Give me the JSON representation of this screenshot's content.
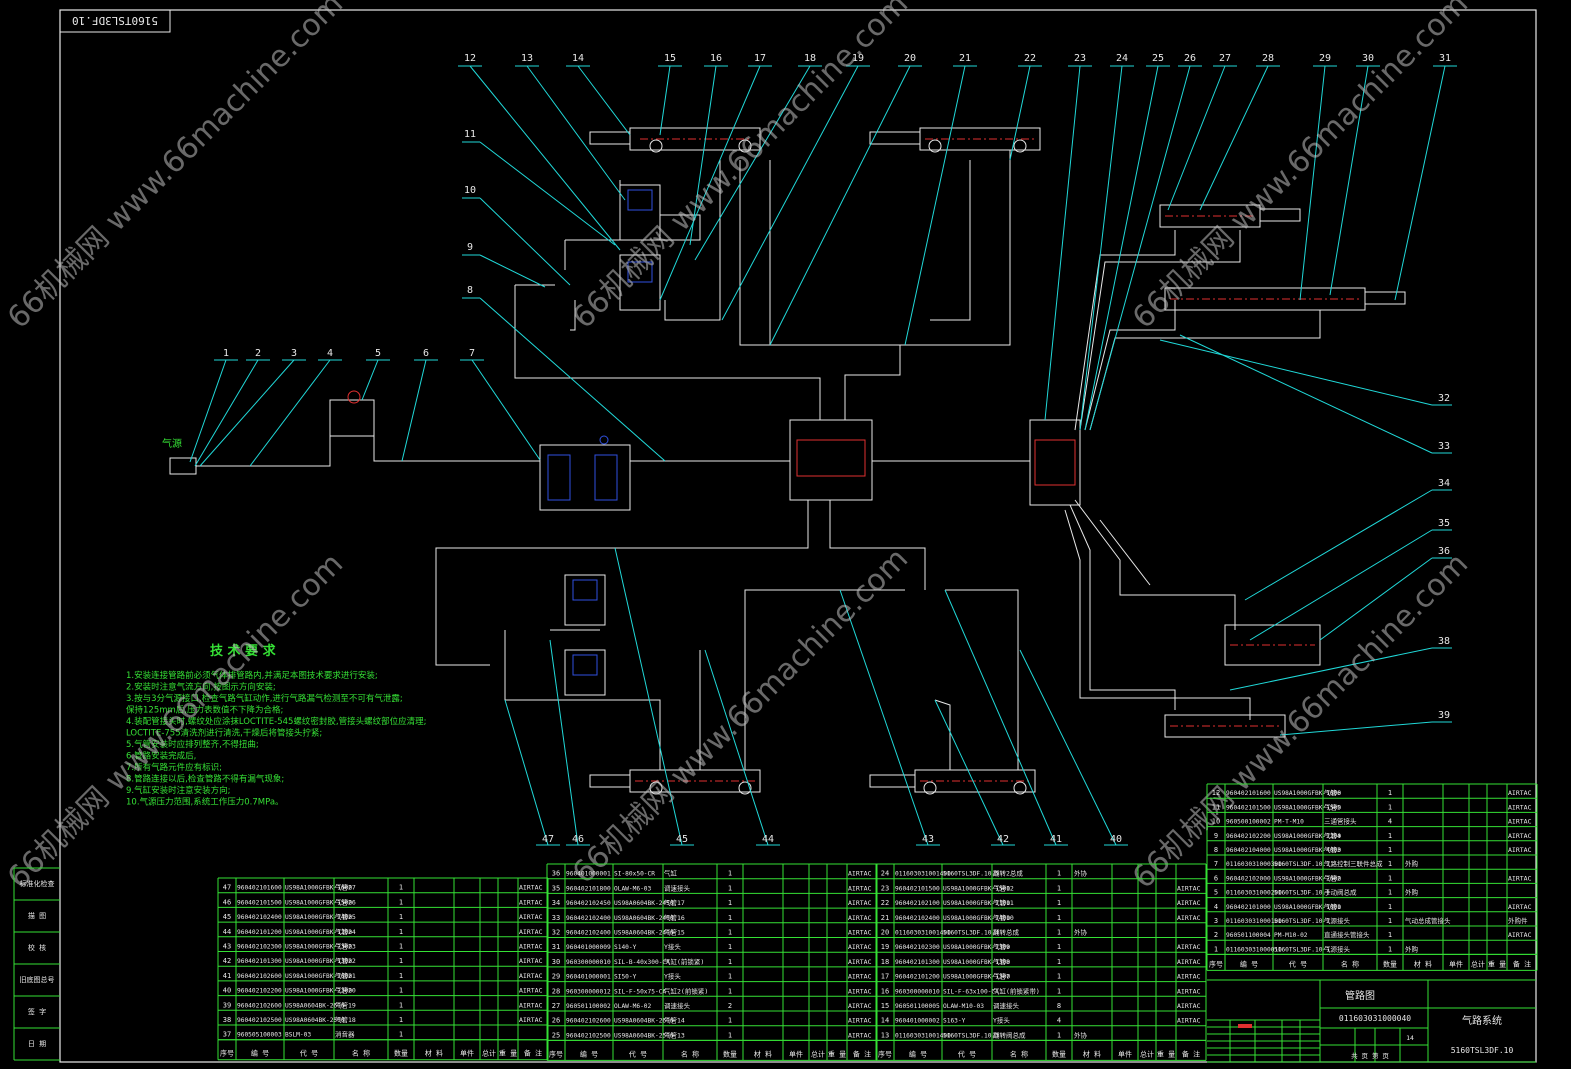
{
  "drawing_number_top": "5160TSL3DF.10",
  "watermark": "66机械网 www.66machine.com",
  "inlet_label": "气源",
  "callouts_top": [
    "12",
    "13",
    "14",
    "15",
    "16",
    "17",
    "18",
    "19",
    "20",
    "21",
    "22",
    "23",
    "24",
    "25",
    "26",
    "27",
    "28",
    "29",
    "30",
    "31"
  ],
  "callouts_left": [
    "11",
    "10",
    "9",
    "8"
  ],
  "callouts_row": [
    "1",
    "2",
    "3",
    "4",
    "5",
    "6",
    "7"
  ],
  "callouts_right": [
    "32",
    "33",
    "34",
    "35",
    "36",
    "38",
    "39"
  ],
  "callouts_bottom": [
    "47",
    "46",
    "45",
    "44",
    "43",
    "42",
    "41",
    "40"
  ],
  "tech_title": "技 术 要 求",
  "tech_notes": [
    "1.安装连接管路前必须气体排管路内,并满足本图技术要求进行安装;",
    "2.安装时注意气流方向,按图示方向安装;",
    "3.按与3分气源接口,检查气路气缸动作,进行气路漏气检测至不可有气泄露;",
    "   保持125mm后,压力表数值不下降为合格;",
    "4.装配管接头时,螺纹处应涂抹LOCTITE-545螺纹密封胶,管接头螺纹部位应清理;",
    "   LOCTITE-755清洗剂进行清洗,干燥后将管接头拧紧;",
    "5.气管安装时应排列整齐,不得扭曲;",
    "6.管路安装完成后,",
    "7.所有气路元件应有标识;",
    "8.管路连接以后,检查管路不得有漏气现象;",
    "9.气缸安装时注意安装方向;",
    "10.气源压力范围,系统工作压力0.7MPa。"
  ],
  "table_left_labels": [
    "标准化检查",
    "描 图",
    "校 核",
    "旧底图总号",
    "签 字",
    "日 期"
  ],
  "parts_mid": [
    [
      "47",
      "960402101600",
      "US98A1000GFBK-1600",
      "气管27",
      "1",
      "",
      "AIRTAC"
    ],
    [
      "46",
      "960402101500",
      "US98A1000GFBK-1500",
      "气管26",
      "1",
      "",
      "AIRTAC"
    ],
    [
      "45",
      "960402102400",
      "US98A1000GFBK-2400",
      "气管25",
      "1",
      "",
      "AIRTAC"
    ],
    [
      "44",
      "960402101200",
      "US98A1000GFBK-1200",
      "气管24",
      "1",
      "",
      "AIRTAC"
    ],
    [
      "43",
      "960402102300",
      "US98A1000GFBK-2300",
      "气管23",
      "1",
      "",
      "AIRTAC"
    ],
    [
      "42",
      "960402101300",
      "US98A1000GFBK-1300",
      "气管22",
      "1",
      "",
      "AIRTAC"
    ],
    [
      "41",
      "960402102600",
      "US98A1000GFBK-2600",
      "气管21",
      "1",
      "",
      "AIRTAC"
    ],
    [
      "40",
      "960402102200",
      "US98A1000GFBK-2200",
      "气管20",
      "1",
      "",
      "AIRTAC"
    ],
    [
      "39",
      "960402102600",
      "US98A0604BK-2600",
      "气管19",
      "1",
      "",
      "AIRTAC"
    ],
    [
      "38",
      "960402102500",
      "US98A0604BK-2500",
      "气管18",
      "1",
      "",
      "AIRTAC"
    ],
    [
      "37",
      "960505100003",
      "BSLM-03",
      "消音器",
      "1",
      "",
      ""
    ]
  ],
  "parts_center": [
    [
      "36",
      "960401000001",
      "SI-80x50-CR",
      "气缸",
      "1",
      "",
      "AIRTAC"
    ],
    [
      "35",
      "960402101800",
      "OLAW-M6-03",
      "调速接头",
      "1",
      "",
      "AIRTAC"
    ],
    [
      "34",
      "960402102450",
      "US98A0604BK-2450",
      "气管17",
      "1",
      "",
      "AIRTAC"
    ],
    [
      "33",
      "960402102400",
      "US98A0604BK-2400",
      "气管16",
      "1",
      "",
      "AIRTAC"
    ],
    [
      "32",
      "960402102400",
      "US98A0604BK-2400",
      "气管15",
      "1",
      "",
      "AIRTAC"
    ],
    [
      "31",
      "960401000009",
      "S140-Y",
      "Y接头",
      "1",
      "",
      "AIRTAC"
    ],
    [
      "30",
      "960300000010",
      "SIL-B-40x300-CA",
      "气缸(前锁紧)",
      "1",
      "",
      "AIRTAC"
    ],
    [
      "29",
      "960401000001",
      "SI50-Y",
      "Y接头",
      "1",
      "",
      "AIRTAC"
    ],
    [
      "28",
      "960300000012",
      "SIL-F-50x75-CA",
      "气缸2(前锁紧)",
      "1",
      "",
      "AIRTAC"
    ],
    [
      "27",
      "960501100002",
      "OLAW-M6-02",
      "调速接头",
      "2",
      "",
      "AIRTAC"
    ],
    [
      "26",
      "960402102600",
      "US98A0604BK-2600",
      "气管14",
      "1",
      "",
      "AIRTAC"
    ],
    [
      "25",
      "960402102500",
      "US98A0604BK-2500",
      "气管13",
      "1",
      "",
      "AIRTAC"
    ]
  ],
  "parts_right": [
    [
      "24",
      "011603031001400",
      "5160TSL3DF.10.5",
      "翻转2总成",
      "1",
      "外协",
      ""
    ],
    [
      "23",
      "960402101500",
      "US98A1000GFBK-1500",
      "气管12",
      "1",
      "",
      "AIRTAC"
    ],
    [
      "22",
      "960402102100",
      "US98A1000GFBK-2100",
      "气管11",
      "1",
      "",
      "AIRTAC"
    ],
    [
      "21",
      "960402102400",
      "US98A1000GFBK-2400",
      "气管10",
      "1",
      "",
      "AIRTAC"
    ],
    [
      "20",
      "011603031001400",
      "5160TSL3DF.10.4",
      "翻转总成",
      "1",
      "外协",
      ""
    ],
    [
      "19",
      "960402102300",
      "US98A1000GFBK-2300",
      "气管9",
      "1",
      "",
      "AIRTAC"
    ],
    [
      "18",
      "960402101300",
      "US98A1000GFBK-1300",
      "气管8",
      "1",
      "",
      "AIRTAC"
    ],
    [
      "17",
      "960402101200",
      "US98A1000GFBK-1200",
      "气管7",
      "1",
      "",
      "AIRTAC"
    ],
    [
      "16",
      "960300000010",
      "SIL-F-63x100-CA",
      "气缸(前锁紧带)",
      "1",
      "",
      "AIRTAC"
    ],
    [
      "15",
      "960501100005",
      "OLAW-M10-03",
      "调速接头",
      "8",
      "",
      "AIRTAC"
    ],
    [
      "14",
      "960401000002",
      "S163-Y",
      "Y接头",
      "4",
      "",
      "AIRTAC"
    ],
    [
      "13",
      "011603031001400",
      "5160TSL3DF.10.3",
      "翻转阀总成",
      "1",
      "外协",
      ""
    ]
  ],
  "parts_top": [
    [
      "12",
      "960402101600",
      "US98A1000GFBK-1600",
      "气管6",
      "1",
      "",
      "AIRTAC"
    ],
    [
      "11",
      "960402101500",
      "US98A1000GFBK-1500",
      "气管5",
      "1",
      "",
      "AIRTAC"
    ],
    [
      "10",
      "960500100002",
      "PM-T-M10",
      "三通管接头",
      "4",
      "",
      "AIRTAC"
    ],
    [
      "9",
      "960402102200",
      "US98A1000GFBK-2200",
      "气管4",
      "1",
      "",
      "AIRTAC"
    ],
    [
      "8",
      "960402104000",
      "US98A1000GFBK-4000",
      "气管3",
      "1",
      "",
      "AIRTAC"
    ],
    [
      "7",
      "011603031000300",
      "5160TSL3DF.10.2",
      "气路控制三联件总成",
      "1",
      "外购",
      ""
    ],
    [
      "6",
      "960402102000",
      "US98A1000GFBK-2000",
      "气管2",
      "1",
      "",
      "AIRTAC"
    ],
    [
      "5",
      "011603031000200",
      "5160TSL3DF.10.1",
      "手动阀总成",
      "1",
      "外购",
      ""
    ],
    [
      "4",
      "960402101000",
      "US98A1000GFBK-1000",
      "气管1",
      "1",
      "",
      "AIRTAC"
    ],
    [
      "3",
      "011603031000100",
      "5160TSL3DF.10-2",
      "气源接头",
      "1",
      "气动总成管接头",
      "外购件"
    ],
    [
      "2",
      "960501100004",
      "PM-M10-02",
      "直通接头管接头",
      "1",
      "",
      "AIRTAC"
    ],
    [
      "1",
      "011603031000010",
      "5160TSL3DF.10-1",
      "气源接头",
      "1",
      "外购",
      ""
    ]
  ],
  "header_cols": [
    "序号",
    "编 号",
    "代 号",
    "名 称",
    "数量",
    "材 料",
    "单件",
    "总计",
    "重 量",
    "备 注"
  ],
  "title_block": {
    "drawing_type": "管路图",
    "code": "011603031000040",
    "name": "气路系统",
    "drawing_number": "5160TSL3DF.10",
    "sheet": "共 页 第 页",
    "scale": "14"
  }
}
